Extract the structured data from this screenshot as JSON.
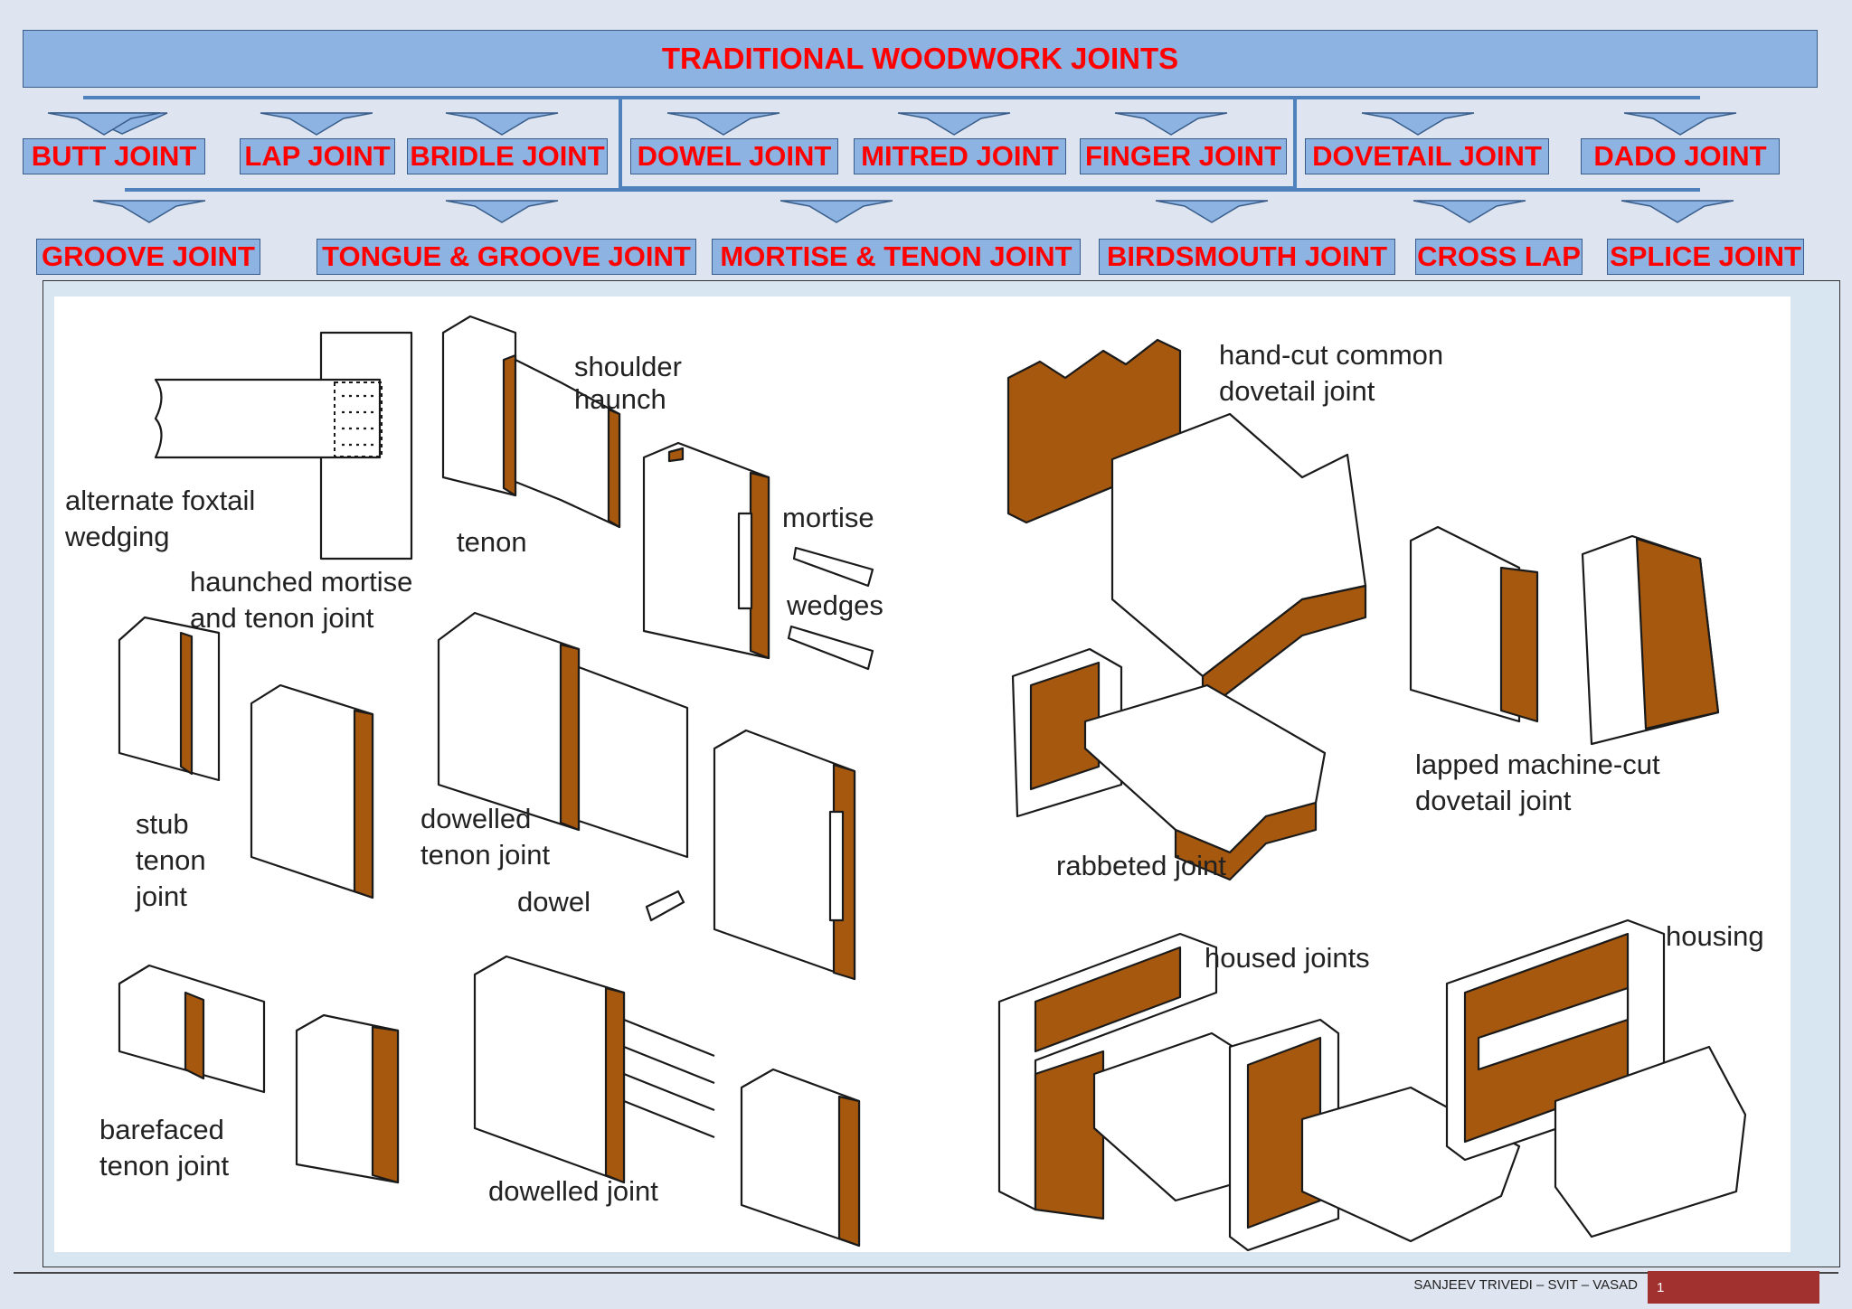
{
  "title": "TRADITIONAL WOODWORK JOINTS",
  "joints_row1": [
    "BUTT JOINT",
    "LAP JOINT",
    "BRIDLE JOINT",
    "DOWEL JOINT",
    "MITRED JOINT",
    "FINGER JOINT",
    "DOVETAIL JOINT",
    "DADO JOINT"
  ],
  "joints_row2": [
    "GROOVE JOINT",
    "TONGUE & GROOVE JOINT",
    "MORTISE & TENON JOINT",
    "BIRDSMOUTH JOINT",
    "CROSS LAP",
    "SPLICE JOINT"
  ],
  "labels": {
    "foxtail": "alternate foxtail",
    "wedging": "wedging",
    "shoulder": "shoulder",
    "haunch": "haunch",
    "tenon": "tenon",
    "mortise": "mortise",
    "wedges": "wedges",
    "haunched_1": "haunched mortise",
    "haunched_2": "and tenon joint",
    "stub_1": "stub",
    "stub_2": "tenon",
    "stub_3": "joint",
    "dowelled_tenon_1": "dowelled",
    "dowelled_tenon_2": "tenon joint",
    "dowel": "dowel",
    "barefaced_1": "barefaced",
    "barefaced_2": "tenon joint",
    "dowelled_joint": "dowelled joint",
    "handcut_1": "hand-cut common",
    "handcut_2": "dovetail joint",
    "lapped_1": "lapped machine-cut",
    "lapped_2": "dovetail joint",
    "rabbeted": "rabbeted joint",
    "housed": "housed joints",
    "housing": "housing"
  },
  "footer": {
    "author": "SANJEEV TRIVEDI – SVIT – VASAD",
    "page": "1"
  },
  "colors": {
    "banner": "#8db3e2",
    "banner_text": "#ff0000",
    "connector": "#4f81bd",
    "wood_end_grain": "#a6580f",
    "page_badge": "#a0312e"
  }
}
